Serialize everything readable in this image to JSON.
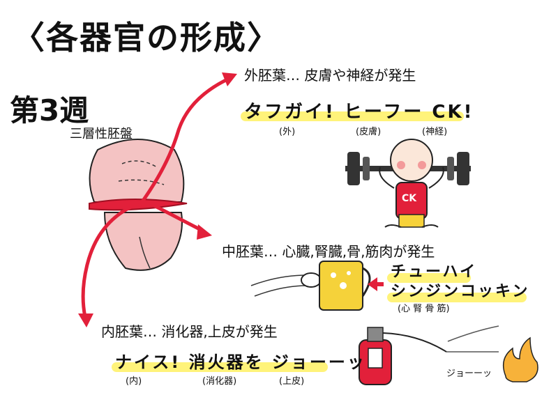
{
  "title": "〈各器官の形成〉",
  "week": "第3週",
  "disc_label": "三層性胚盤",
  "ectoderm": {
    "heading": "外胚葉… 皮膚や神経が発生",
    "slogan": "タフガイ! ヒーフー CK!",
    "sub_gai": "(外)",
    "sub_hifu": "(皮膚)",
    "sub_shinkei": "(神経)",
    "shirt_text": "CK"
  },
  "mesoderm": {
    "heading": "中胚葉… 心臓,腎臓,骨,筋肉が発生",
    "slogan_line1": "チューハイ",
    "slogan_line2": "シンジンコッキン",
    "sub": "(心 腎 骨 筋)"
  },
  "endoderm": {
    "heading": "内胚葉… 消化器,上皮が発生",
    "slogan": "ナイス! 消火器を ジョーーッ",
    "sub_nai": "(内)",
    "sub_shoukaki": "(消化器)",
    "sub_jouhi": "(上皮)",
    "spray_text": "ジョーーッ"
  },
  "colors": {
    "arrow": "#e2203a",
    "disc_fill": "#f4c3c3",
    "highlight": "#fff37a",
    "extinguisher": "#e2203a",
    "flame": "#f7b23a",
    "beer": "#f5d23a",
    "weights": "#333333"
  }
}
